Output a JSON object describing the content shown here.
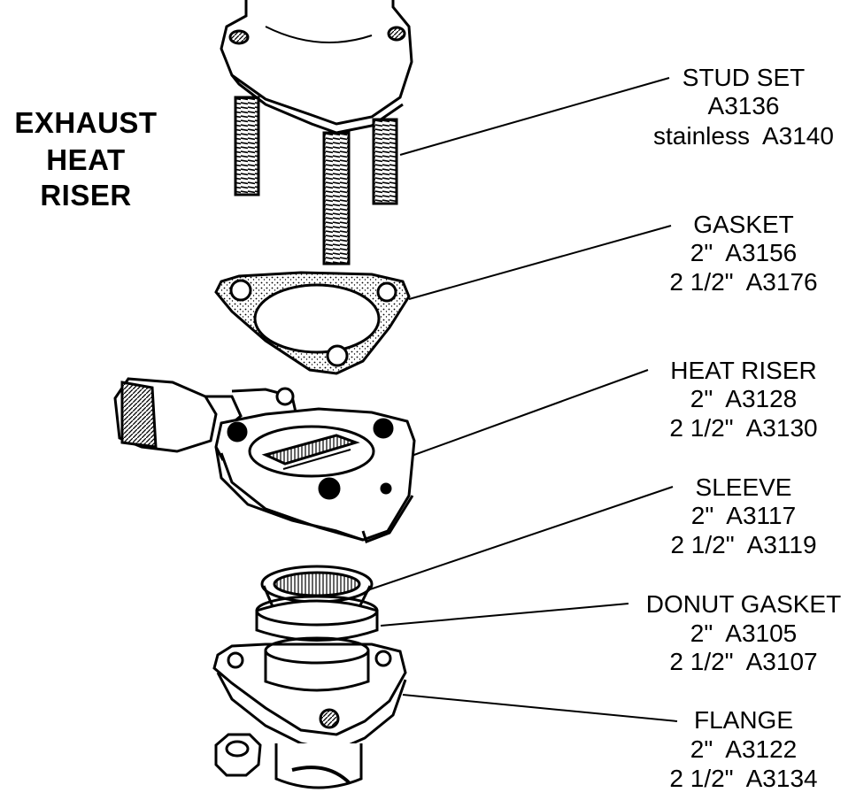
{
  "title": {
    "line1": "EXHAUST",
    "line2": "HEAT",
    "line3": "RISER"
  },
  "parts": [
    {
      "name": "STUD SET",
      "lines": [
        "A3136",
        "stainless  A3140"
      ]
    },
    {
      "name": "GASKET",
      "lines": [
        "2\"  A3156",
        "2 1/2\"  A3176"
      ]
    },
    {
      "name": "HEAT RISER",
      "lines": [
        "2\"  A3128",
        "2 1/2\"  A3130"
      ]
    },
    {
      "name": "SLEEVE",
      "lines": [
        "2\"  A3117",
        "2 1/2\"  A3119"
      ]
    },
    {
      "name": "DONUT GASKET",
      "lines": [
        "2\"  A3105",
        "2 1/2\"  A3107"
      ]
    },
    {
      "name": "FLANGE",
      "lines": [
        "2\"  A3122",
        "2 1/2\"  A3134"
      ]
    }
  ]
}
